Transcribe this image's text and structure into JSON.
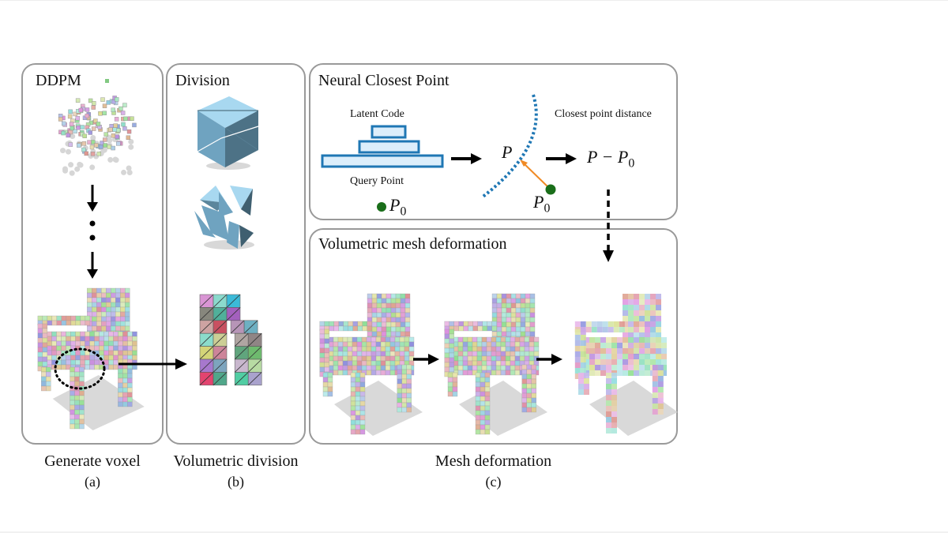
{
  "panels": {
    "a": {
      "title": "DDPM",
      "caption": "Generate voxel",
      "label": "(a)"
    },
    "b": {
      "title": "Division",
      "caption": "Volumetric division",
      "label": "(b)"
    },
    "c_top": {
      "title": "Neural Closest Point",
      "latent_code_label": "Latent Code",
      "query_point_label": "Query Point",
      "query_point_symbol": "P",
      "query_point_sub": "0",
      "closest_point_symbol": "P",
      "source_point_symbol": "P",
      "source_point_sub": "0",
      "closest_distance_label": "Closest point distance",
      "distance_expr_main": "P − P",
      "distance_expr_sub": "0"
    },
    "c_bottom": {
      "title": "Volumetric mesh deformation"
    },
    "c": {
      "caption": "Mesh deformation",
      "label": "(c)"
    }
  },
  "colors": {
    "panel_border": "#999999",
    "network_blue": "#1f77b4",
    "network_fill": "#dceefb",
    "surface_dots": "#1f77b4",
    "query_point": "#1a6e1a",
    "vector_arrow": "#f08a24",
    "cube_light": "#a8d8f0",
    "cube_mid": "#6fa3c0",
    "cube_dark": "#46697e"
  }
}
